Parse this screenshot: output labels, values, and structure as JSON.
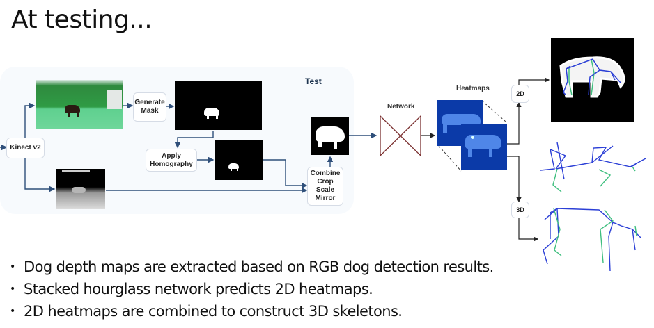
{
  "slide": {
    "title": "At testing...",
    "bullets": [
      "Dog depth maps are extracted based on RGB dog detection results.",
      "Stacked hourglass network predicts 2D heatmaps.",
      "2D heatmaps are combined to construct 3D skeletons."
    ]
  },
  "diagram": {
    "panel_title": "Test",
    "nodes": {
      "kinect": "Kinect v2",
      "generate_mask": [
        "Generate",
        "Mask"
      ],
      "apply_homography": [
        "Apply",
        "Homography"
      ],
      "combine": [
        "Combine",
        "Crop",
        "Scale",
        "Mirror"
      ],
      "network_label": "Network",
      "heatmaps_label": "Heatmaps",
      "out_2d": "2D",
      "out_3d": "3D"
    },
    "images": {
      "rgb_frame": "RGB frame of dog in green studio",
      "depth_frame": "Depth map frame",
      "mask_full": "Binary dog mask (RGB)",
      "mask_homography": "Binary dog mask after homography",
      "mask_cropped": "Cropped, scaled dog mask",
      "heatmaps": "Stacked heatmap outputs",
      "result_2d": "2D skeleton overlaid on depth silhouette",
      "result_3d": "3D skeleton views"
    },
    "colors": {
      "arrow": "#2f4f7a",
      "heatmap_bg": "#0b3aa8",
      "heatmap_dog": "#4f86e8",
      "skeleton_pred": "#2b3fd6",
      "skeleton_gt": "#3fbf7f",
      "network": "#7a2f2f"
    }
  }
}
